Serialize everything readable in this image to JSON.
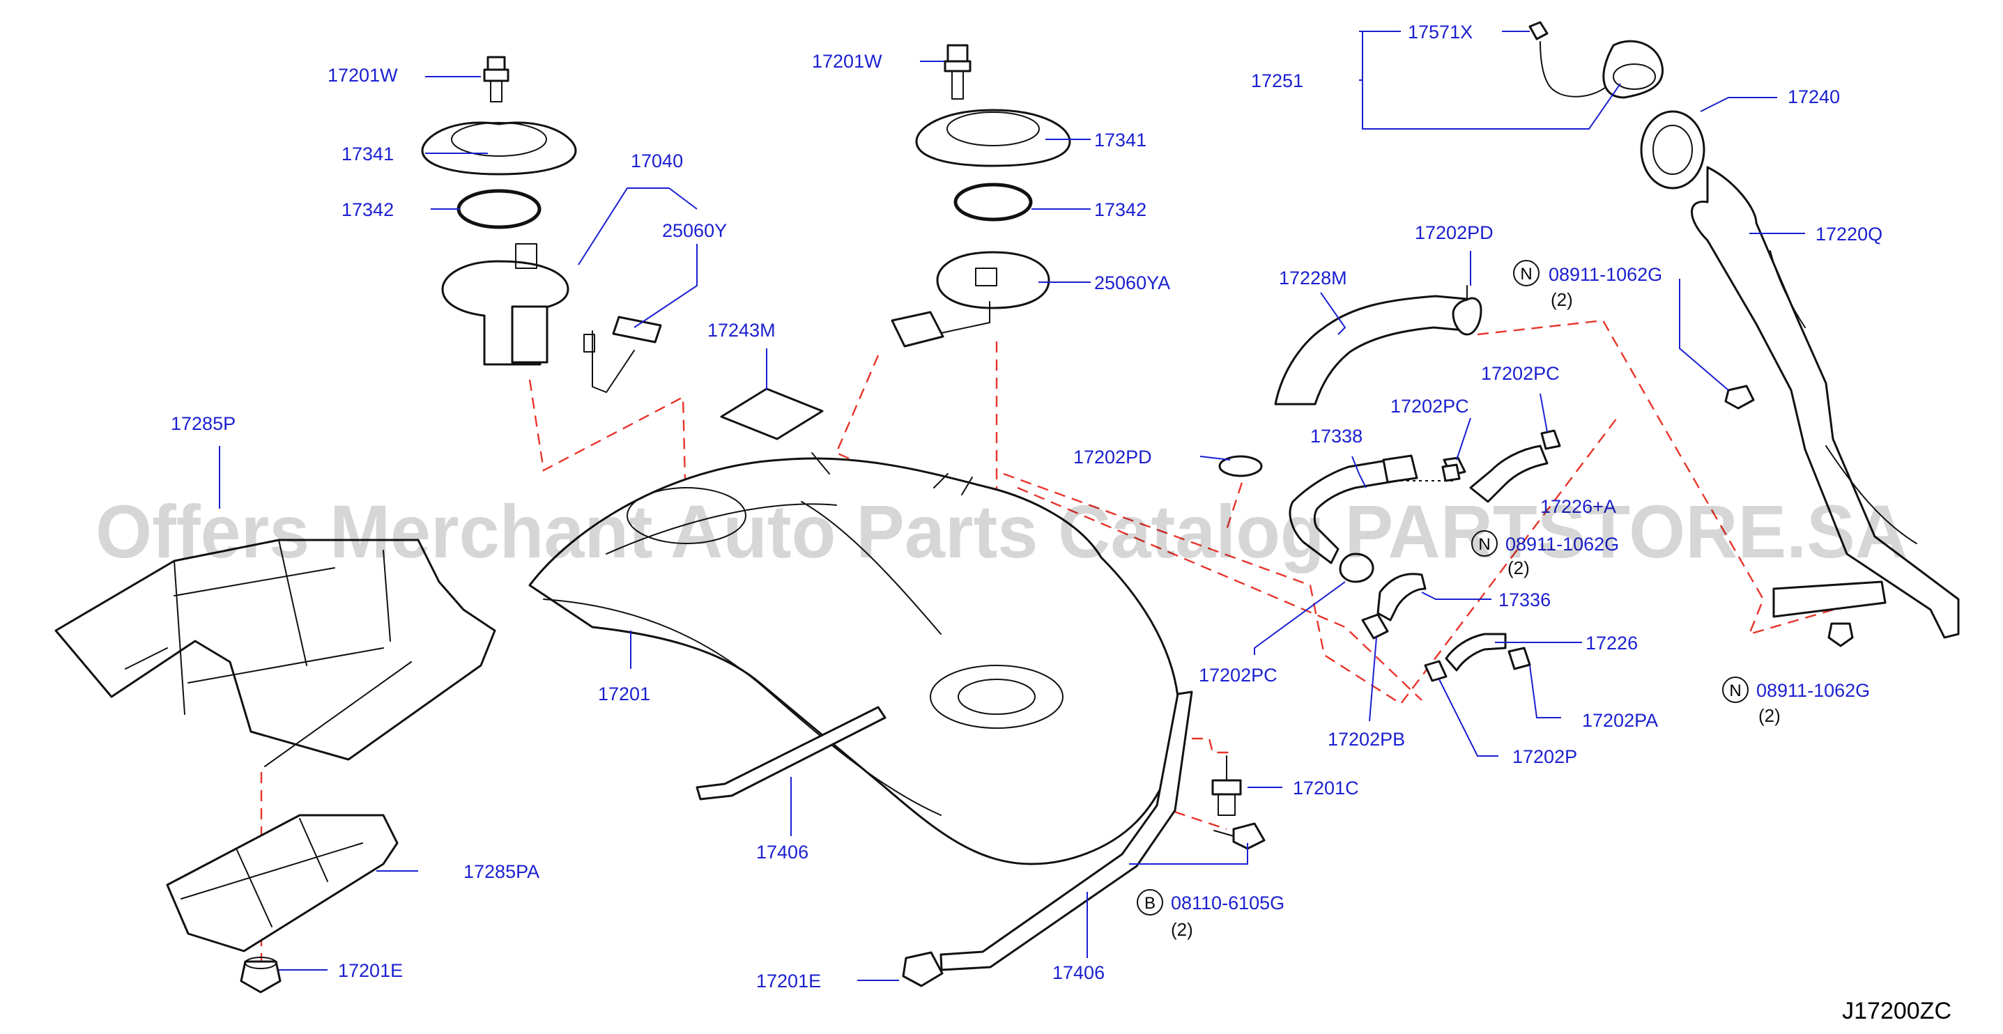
{
  "diagram": {
    "code": "J17200ZC",
    "watermark": "Offers Merchant Auto Parts Catalog PARTSTORE.SA",
    "colors": {
      "label": "#1a1fd0",
      "dashed_line": "#e8342a",
      "part_line": "#111111"
    },
    "labels": {
      "p17201W_left": "17201W",
      "p17341_left": "17341",
      "p17342_left": "17342",
      "p17040": "17040",
      "p25060Y": "25060Y",
      "p17201W_mid": "17201W",
      "p17341_mid": "17341",
      "p17342_mid": "17342",
      "p25060YA": "25060YA",
      "p17243M": "17243M",
      "p17285P": "17285P",
      "p17201": "17201",
      "p17406_a": "17406",
      "p17406_b": "17406",
      "p17285PA": "17285PA",
      "p17201E_left": "17201E",
      "p17201E_mid": "17201E",
      "p17201C": "17201C",
      "p08110": "08110-6105G",
      "p08110_qty": "(2)",
      "p17571X": "17571X",
      "p17251": "17251",
      "p17240": "17240",
      "p17220Q": "17220Q",
      "p17202PD_top": "17202PD",
      "p08911_top": "08911-1062G",
      "p08911_top_qty": "(2)",
      "p17228M": "17228M",
      "p17202PC_a": "17202PC",
      "p17202PC_b": "17202PC",
      "p17338": "17338",
      "p17202PD_mid": "17202PD",
      "p08911_mid": "08911-1062G",
      "p08911_mid_qty": "(2)",
      "p17336": "17336",
      "p17226_a": "17226",
      "p17202PC_c": "17202PC",
      "p17202PB": "17202PB",
      "p17202PA": "17202PA",
      "p17202P": "17202P",
      "p08911_bot": "08911-1062G",
      "p08911_bot_qty": "(2)",
      "p17226_hidden": "17226+A"
    },
    "circle_marks": {
      "n_top": "N",
      "n_mid": "N",
      "n_bot": "N",
      "b": "B"
    }
  }
}
